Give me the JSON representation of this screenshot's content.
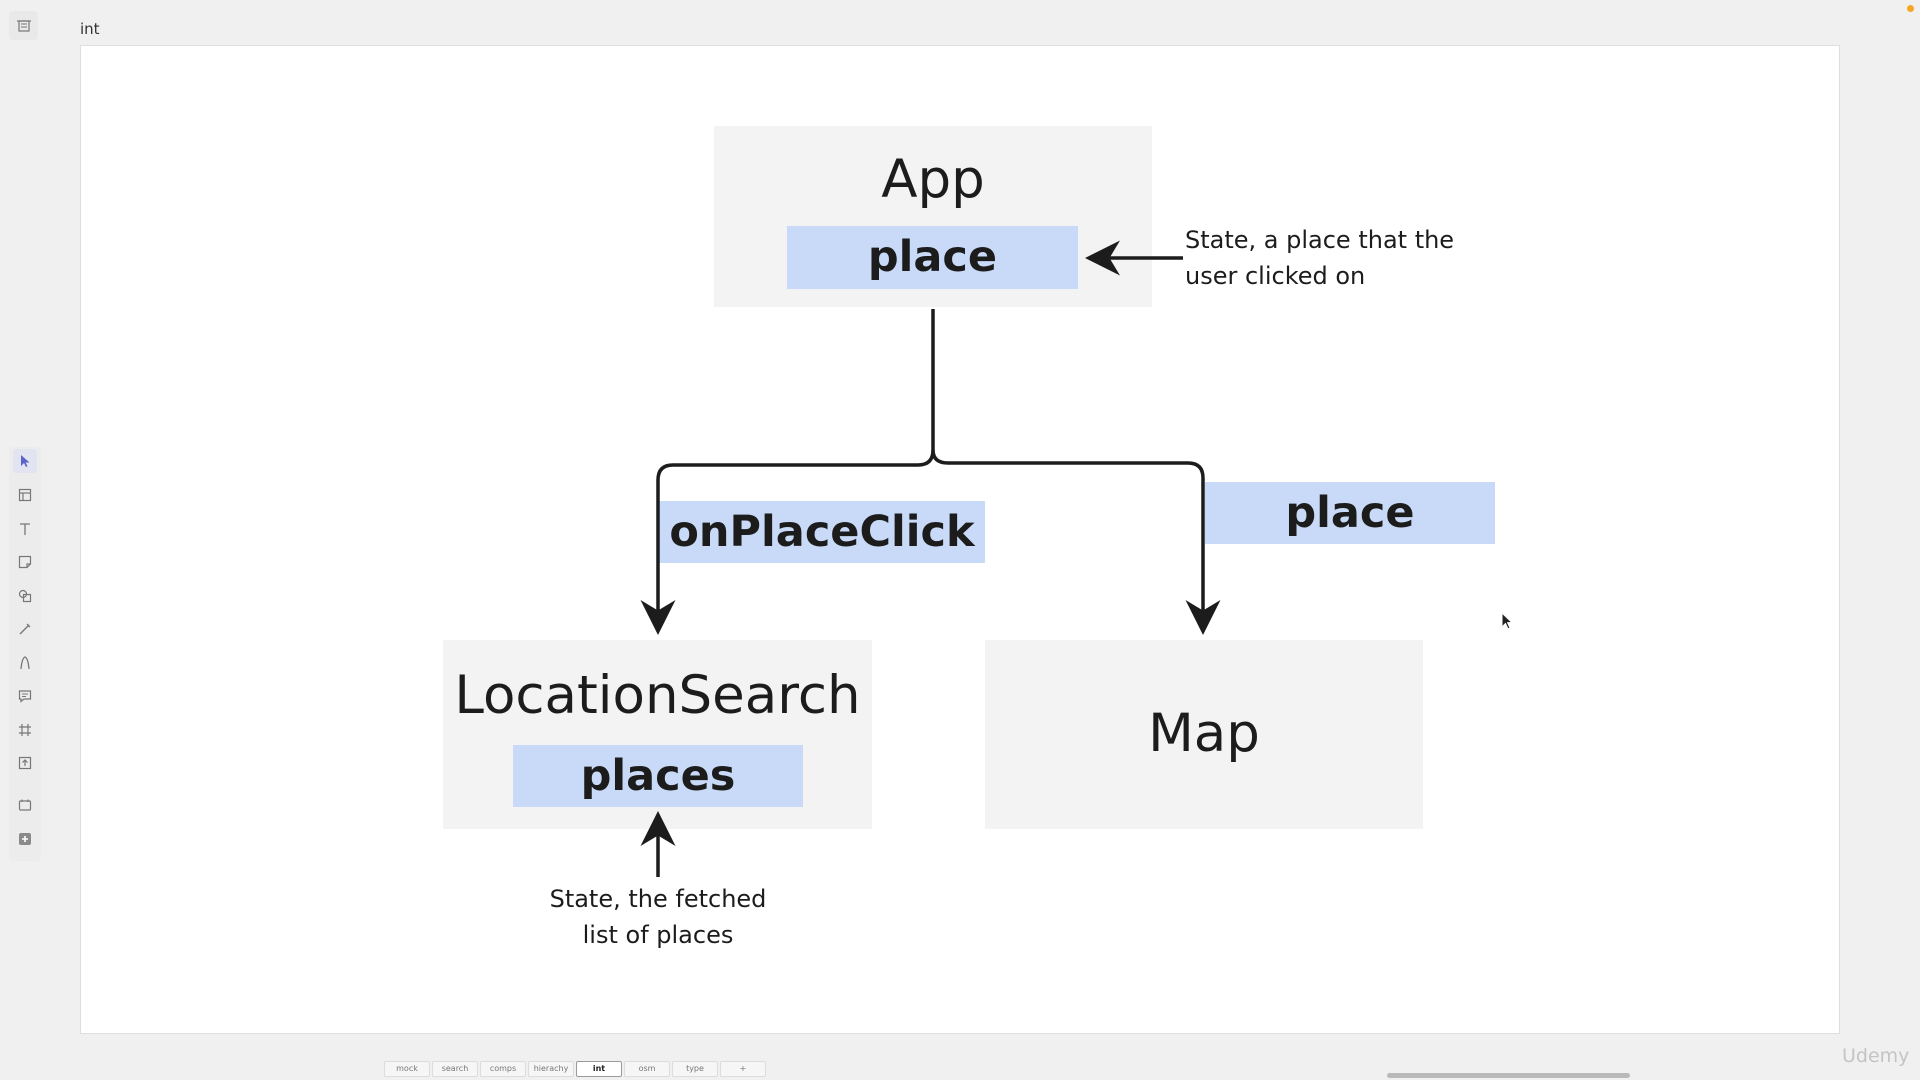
{
  "frame": {
    "title": "int"
  },
  "toolbar": {
    "top_icon": "frame-icon",
    "tools": [
      {
        "icon": "pointer-icon",
        "active": true
      },
      {
        "icon": "template-icon",
        "active": false
      },
      {
        "icon": "text-icon",
        "active": false
      },
      {
        "icon": "sticky-note-icon",
        "active": false
      },
      {
        "icon": "shapes-icon",
        "active": false
      },
      {
        "icon": "pen-icon",
        "active": false
      },
      {
        "icon": "connector-icon",
        "active": false
      },
      {
        "icon": "comment-icon",
        "active": false
      },
      {
        "icon": "frame-tool-icon",
        "active": false
      },
      {
        "icon": "upload-icon",
        "active": false
      },
      {
        "icon": "apps-icon",
        "active": false
      },
      {
        "icon": "add-icon",
        "active": false
      }
    ]
  },
  "diagram": {
    "app": {
      "title": "App",
      "state": "place"
    },
    "location_search": {
      "title": "LocationSearch",
      "state": "places"
    },
    "map": {
      "title": "Map"
    },
    "prop_on_place_click": "onPlaceClick",
    "prop_place": "place",
    "note_app_state": {
      "line1": "State, a place that the",
      "line2": "user clicked on"
    },
    "note_places_state": {
      "line1": "State, the fetched",
      "line2": "list of places"
    }
  },
  "tabs": [
    {
      "label": "mock",
      "active": false
    },
    {
      "label": "search",
      "active": false
    },
    {
      "label": "comps",
      "active": false
    },
    {
      "label": "hierachy",
      "active": false
    },
    {
      "label": "int",
      "active": true
    },
    {
      "label": "osm",
      "active": false
    },
    {
      "label": "type",
      "active": false
    },
    {
      "label": "+",
      "active": false
    }
  ],
  "watermark": "Udemy",
  "colors": {
    "chip": "#c8daf7",
    "node": "#f3f3f3",
    "accent": "#f5a623"
  }
}
